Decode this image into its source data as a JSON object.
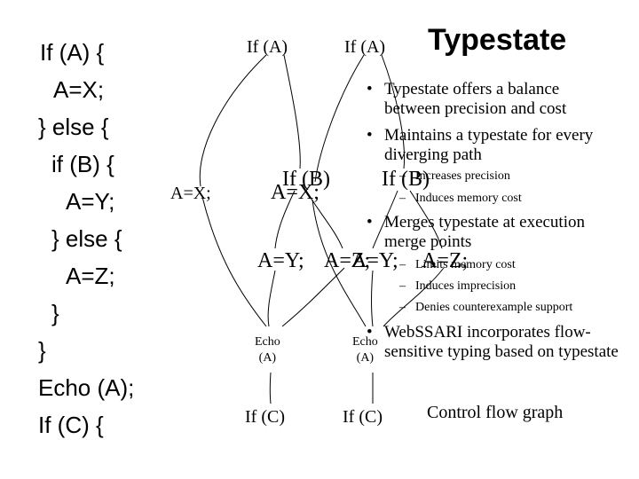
{
  "slide": {
    "title": "Typestate",
    "code_lines": [
      "If (A) {",
      "A=X;",
      "} else {",
      "if (B) {",
      "A=Y;",
      "} else {",
      "A=Z;",
      "}",
      "}",
      "Echo (A);",
      "If (C) {"
    ],
    "graph_left": {
      "if_a": "If (A)",
      "a_x": "A=X;",
      "if_b": "If (B)",
      "a_y": "A=Y;",
      "a_z": "A=Z;",
      "echo_1": "Echo",
      "echo_2": "(A)",
      "if_c": "If (C)"
    },
    "graph_right": {
      "if_a": "If (A)",
      "a_x": "A=X;",
      "if_b": "If (B)",
      "a_y": "A=Y;",
      "a_z": "A=Z;",
      "echo_1": "Echo",
      "echo_2": "(A)",
      "if_c": "If (C)"
    },
    "bullets": {
      "b1_line1": "Typestate offers a balance",
      "b1_line2": "between precision and cost",
      "b2_line1": "Maintains a typestate for every",
      "b2_line2": "diverging path",
      "b2_sub1": "Increases precision",
      "b2_sub2": "Induces memory cost",
      "b3_line1": "Merges typestate at execution",
      "b3_line2": "merge points",
      "b3_sub1": "Limits memory cost",
      "b3_sub2": "Induces imprecision",
      "b3_sub3": "Denies counterexample support",
      "b4_line1": "WebSSARI incorporates flow-",
      "b4_line2": "sensitive typing based on typestate"
    },
    "bullet_glyph": "•",
    "dash_glyph": "–",
    "caption": "Control flow graph"
  }
}
